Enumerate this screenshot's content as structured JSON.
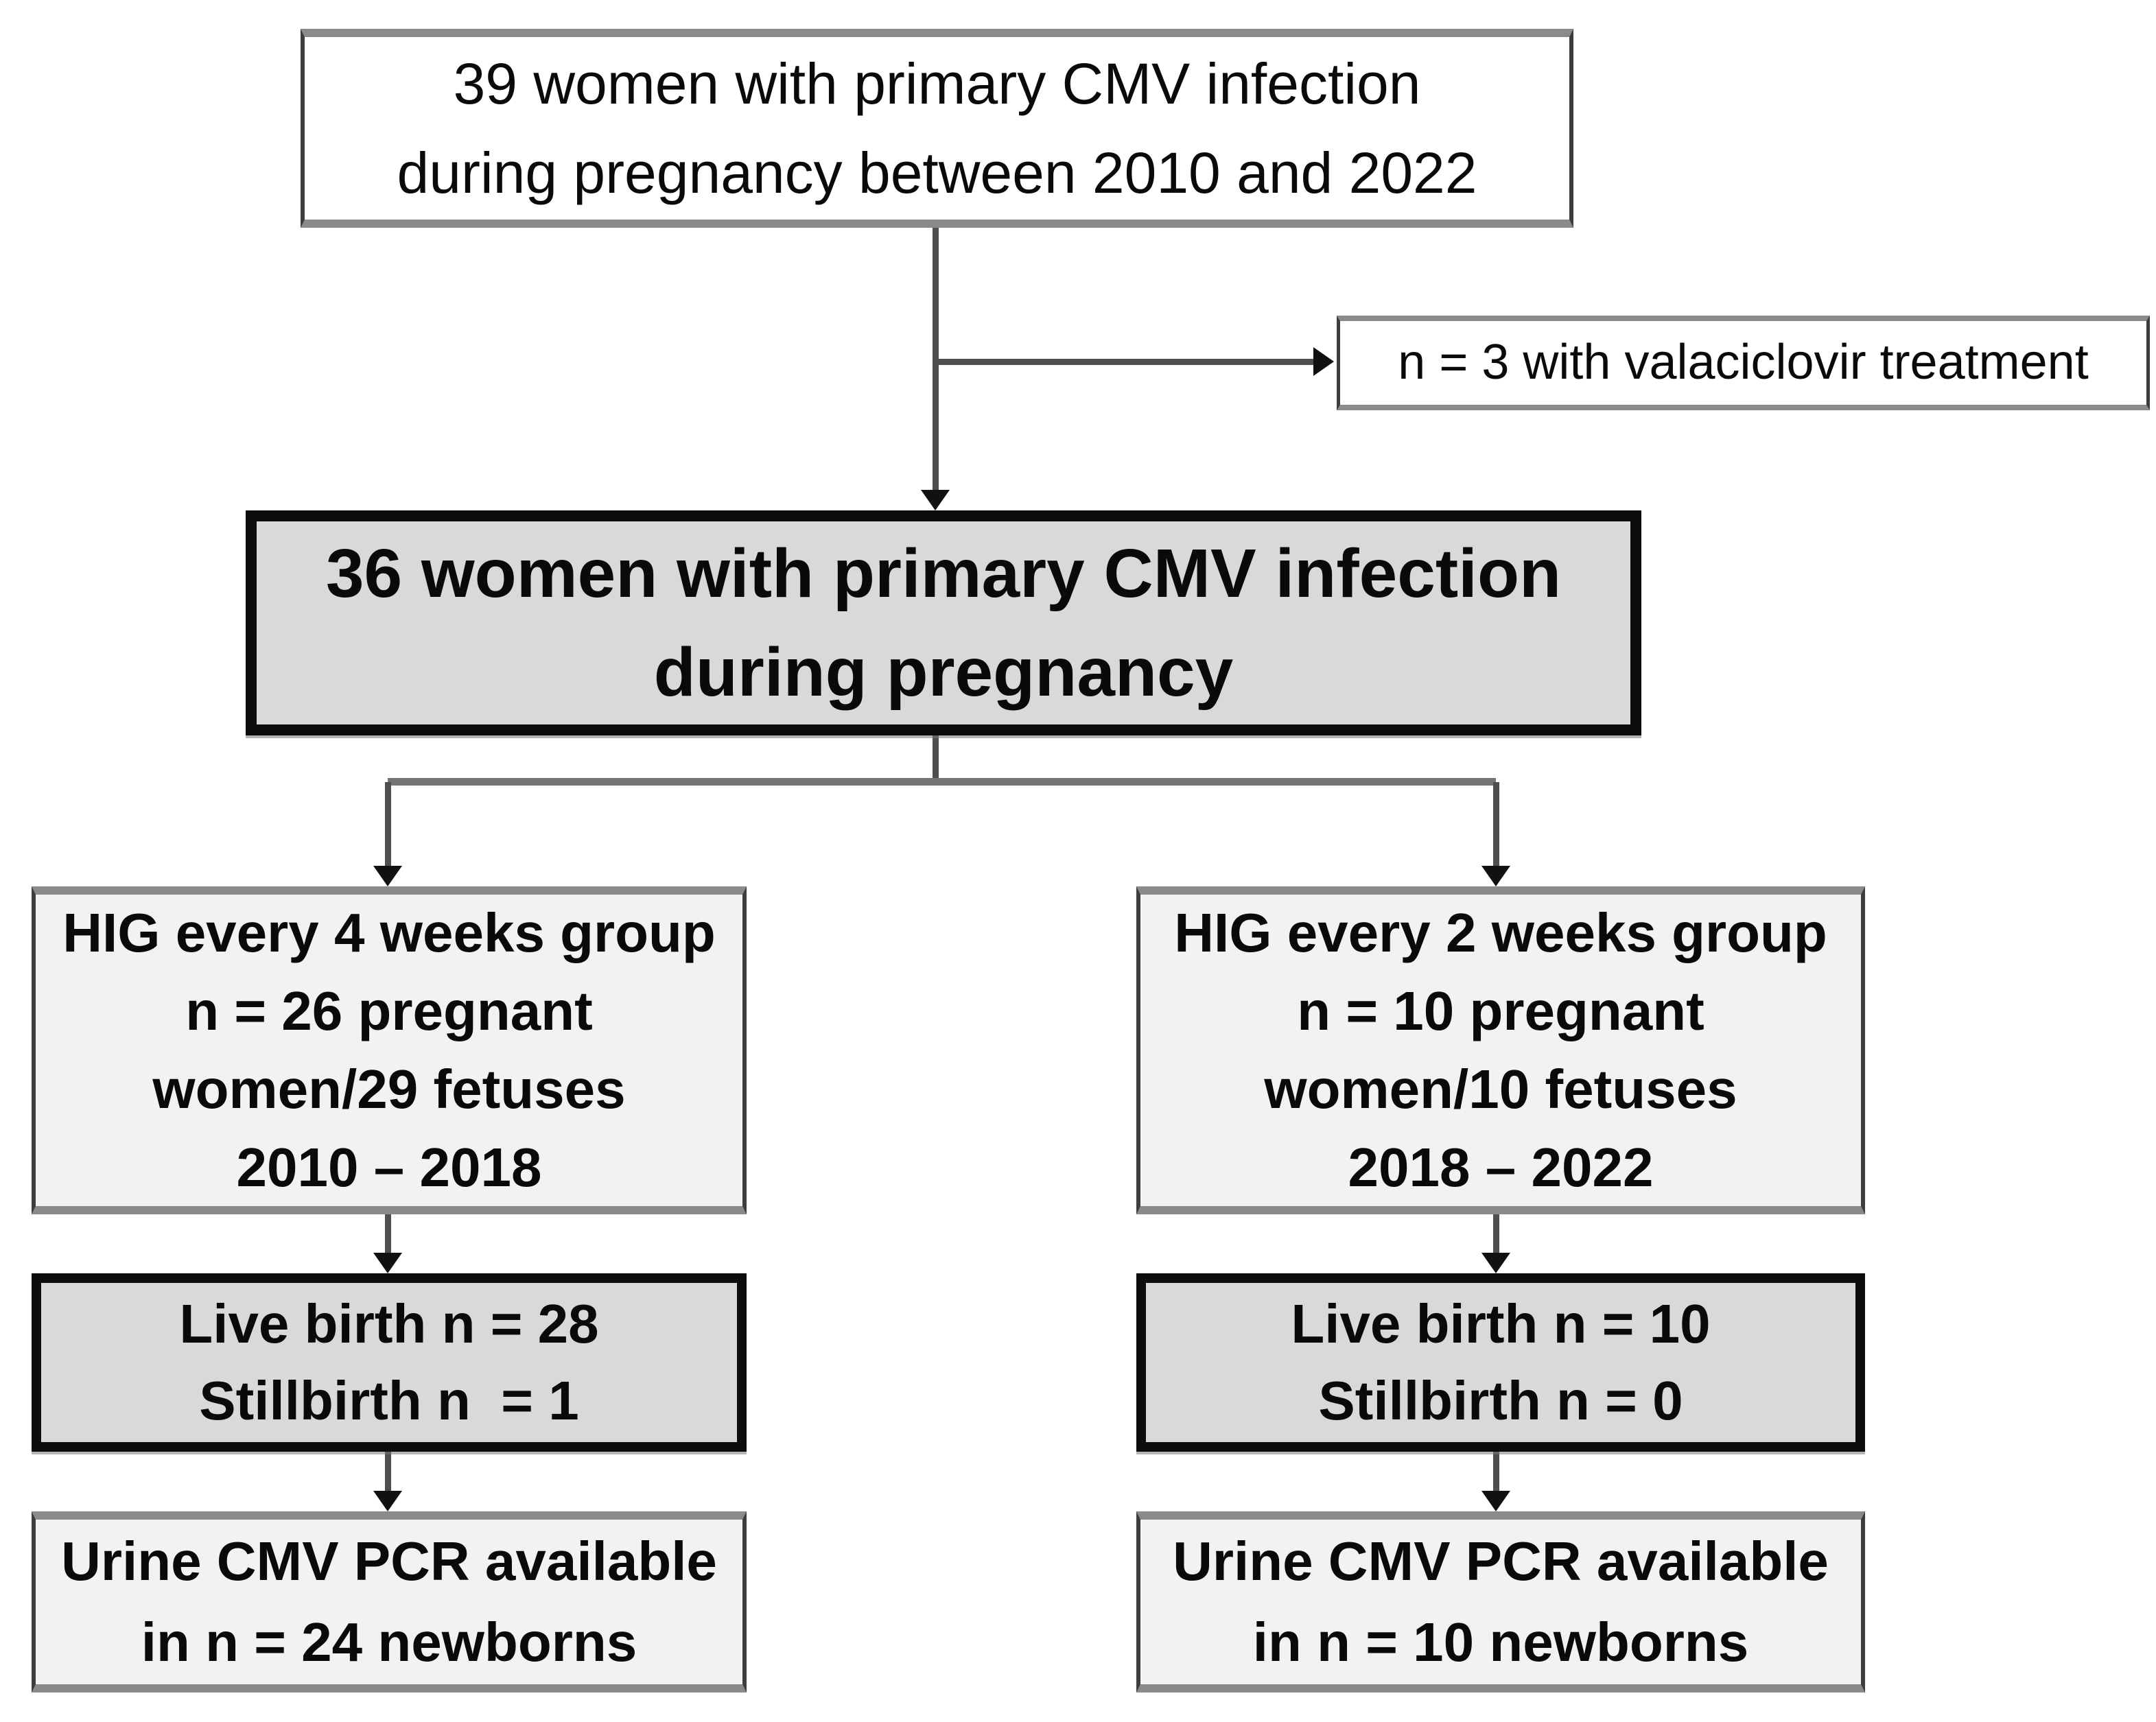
{
  "figure": {
    "type": "study-flow-diagram",
    "topic": "Primary CMV infection during pregnancy, HIG treatment groups"
  },
  "boxes": {
    "enrolled": {
      "lines": [
        "39 women with primary CMV infection",
        "during pregnancy between 2010 and 2022"
      ]
    },
    "excluded": {
      "lines": [
        "n = 3 with valaciclovir treatment"
      ]
    },
    "included": {
      "lines": [
        "36 women with primary CMV infection",
        "during pregnancy"
      ]
    },
    "group_hig4": {
      "lines": [
        "HIG every 4 weeks group",
        "n = 26 pregnant",
        "women/29 fetuses",
        "2010 – 2018"
      ]
    },
    "group_hig2": {
      "lines": [
        "HIG every 2 weeks group",
        "n = 10 pregnant",
        "women/10 fetuses",
        "2018 – 2022"
      ]
    },
    "outcome_hig4": {
      "lines": [
        "Live birth n = 28",
        "Stillbirth n  = 1"
      ]
    },
    "outcome_hig2": {
      "lines": [
        "Live birth n = 10",
        "Stillbirth n = 0"
      ]
    },
    "pcr_hig4": {
      "lines": [
        "Urine CMV PCR available",
        "in n = 24 newborns"
      ]
    },
    "pcr_hig2": {
      "lines": [
        "Urine CMV PCR available",
        "in n = 10 newborns"
      ]
    }
  },
  "colors": {
    "page_bg": "#ffffff",
    "box_fill_white": "#ffffff",
    "box_fill_light_gray": "#f2f2f2",
    "box_fill_gray": "#d9d9d9",
    "border_black": "#0d0d0d",
    "border_gray": "#8a8a8a",
    "border_dark_gray": "#3d3d3d",
    "connector_color": "#4f4f4f",
    "arrow_color": "#111111",
    "text_color": "#0a0a0a"
  }
}
